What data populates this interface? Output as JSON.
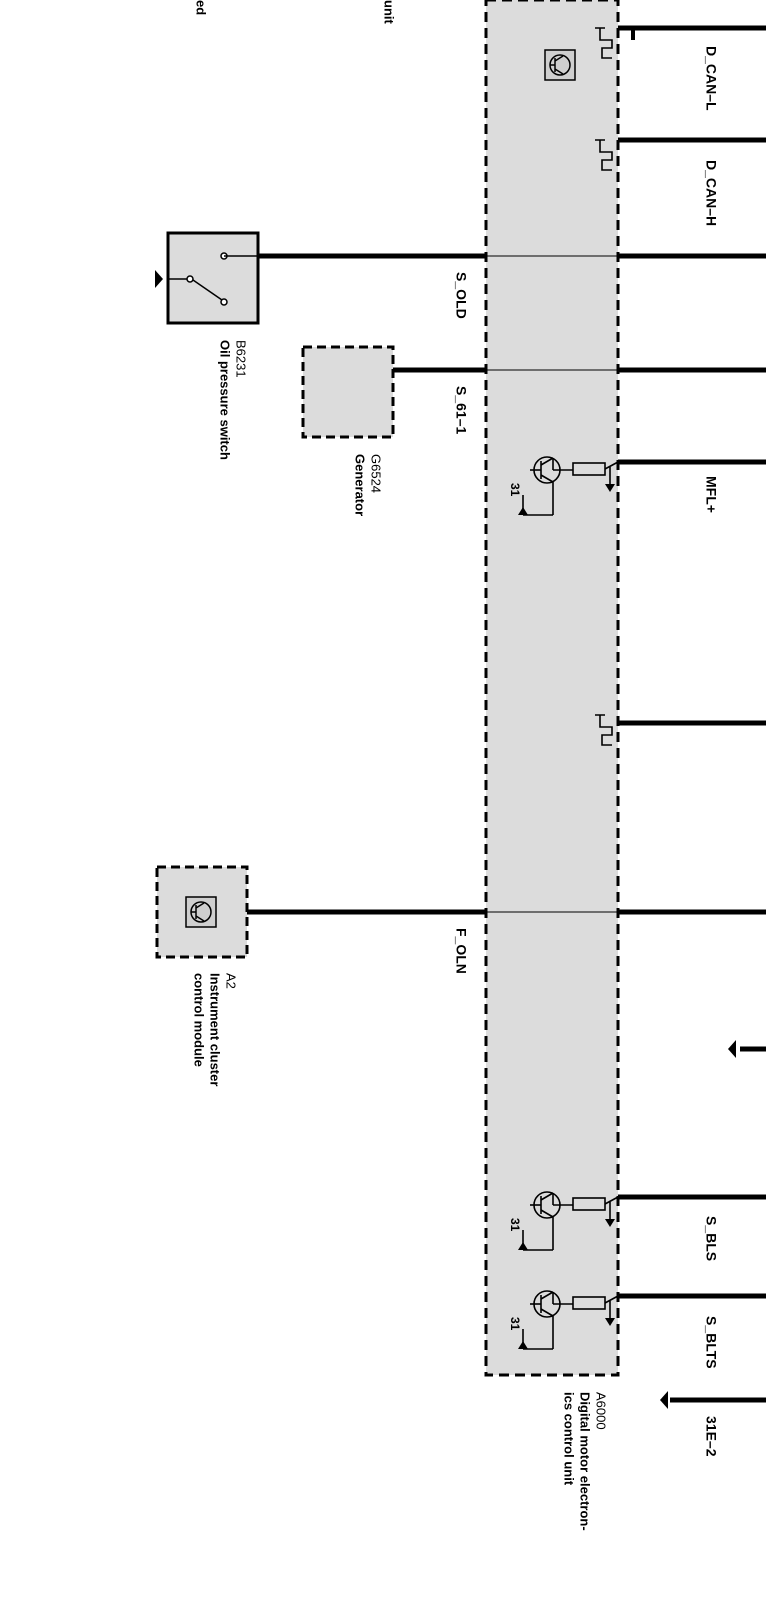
{
  "cutoff_labels": {
    "left": "ed",
    "unit": "unit"
  },
  "signals": {
    "d_can_l": "D_CAN–L",
    "d_can_h": "D_CAN–H",
    "s_old": "S_OLD",
    "s_61_1": "S_61–1",
    "mfl_plus": "MFL+",
    "f_oln": "F_OLN",
    "s_bls": "S_BLS",
    "s_blts": "S_BLTS",
    "ground_31e2": "31E–2"
  },
  "transistor_ground_label": "31",
  "components": {
    "oil_switch": {
      "code": "B6231",
      "name": "Oil pressure switch"
    },
    "generator": {
      "code": "G6524",
      "name": "Generator"
    },
    "instrument_cluster": {
      "code": "A2",
      "name_line1": "Instrument cluster",
      "name_line2": "control module"
    },
    "dme": {
      "code": "A6000",
      "name_line1": "Digital motor electron-",
      "name_line2": "ics control unit"
    }
  },
  "colors": {
    "module_fill": "#dcdcdc",
    "line": "#000000"
  }
}
